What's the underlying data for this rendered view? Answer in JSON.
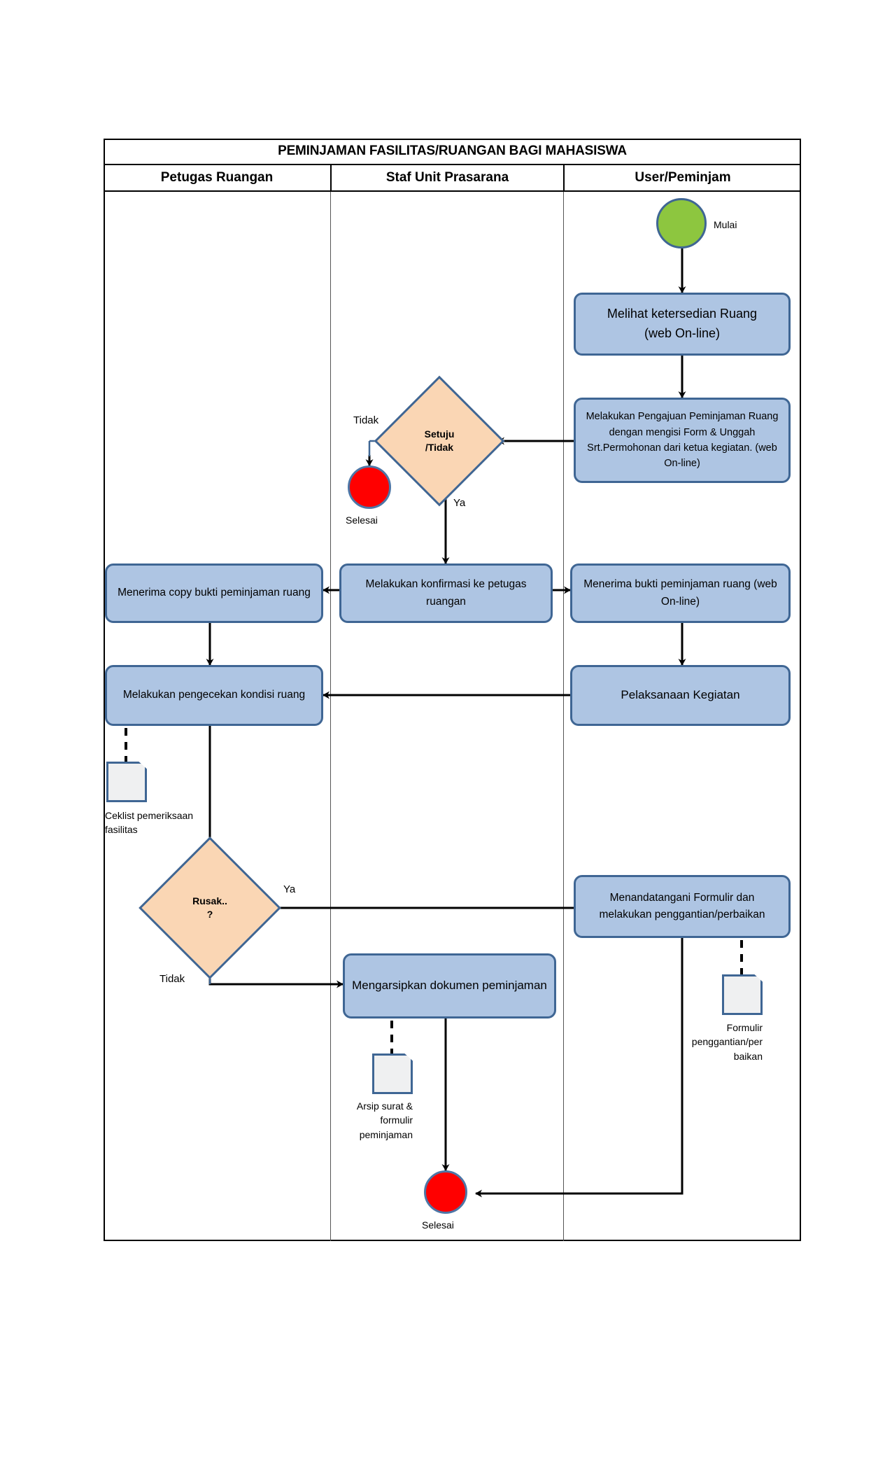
{
  "diagram": {
    "title": "PEMINJAMAN FASILITAS/RUANGAN BAGI MAHASISWA",
    "lanes": [
      {
        "label": "Petugas Ruangan"
      },
      {
        "label": "Staf Unit Prasarana"
      },
      {
        "label": "User/Peminjam"
      }
    ],
    "nodes": {
      "start": {
        "label": "Mulai"
      },
      "lihat_ruang": {
        "label": "Melihat ketersedian Ruang\n(web On-line)"
      },
      "pengajuan": {
        "label": "Melakukan Pengajuan Peminjaman Ruang dengan mengisi Form & Unggah Srt.Permohonan dari ketua kegiatan. (web On-line)"
      },
      "setuju": {
        "line1": "Setuju",
        "line2": "/Tidak"
      },
      "end_tolak": {
        "label": "Selesai"
      },
      "konfirmasi": {
        "label": "Melakukan konfirmasi ke petugas ruangan"
      },
      "terima_copy": {
        "label": "Menerima copy bukti peminjaman ruang"
      },
      "terima_bukti": {
        "label": "Menerima bukti peminjaman ruang (web On-line)"
      },
      "pengecekan": {
        "label": "Melakukan pengecekan kondisi ruang"
      },
      "pelaksanaan": {
        "label": "Pelaksanaan Kegiatan"
      },
      "ceklist_doc": {
        "label": "Ceklist pemeriksaan fasilitas"
      },
      "rusak": {
        "line1": "Rusak..",
        "line2": "?"
      },
      "menandatangani": {
        "label": "Menandatangani Formulir dan melakukan penggantian/perbaikan"
      },
      "formulir_doc": {
        "label": "Formulir penggantian/per baikan"
      },
      "mengarsipkan": {
        "label": "Mengarsipkan dokumen peminjaman"
      },
      "arsip_doc": {
        "label": "Arsip surat & formulir peminjaman"
      },
      "end_final": {
        "label": "Selesai"
      }
    },
    "edge_labels": {
      "tidak_setuju": "Tidak",
      "ya_setuju": "Ya",
      "ya_rusak": "Ya",
      "tidak_rusak": "Tidak"
    },
    "colors": {
      "process_fill": "#aec5e3",
      "process_border": "#3f6694",
      "decision_fill": "#fad6b4",
      "start_fill": "#8dc63f",
      "end_fill": "#ff0000",
      "doc_fill": "#eff0f1",
      "line": "#000000"
    }
  }
}
